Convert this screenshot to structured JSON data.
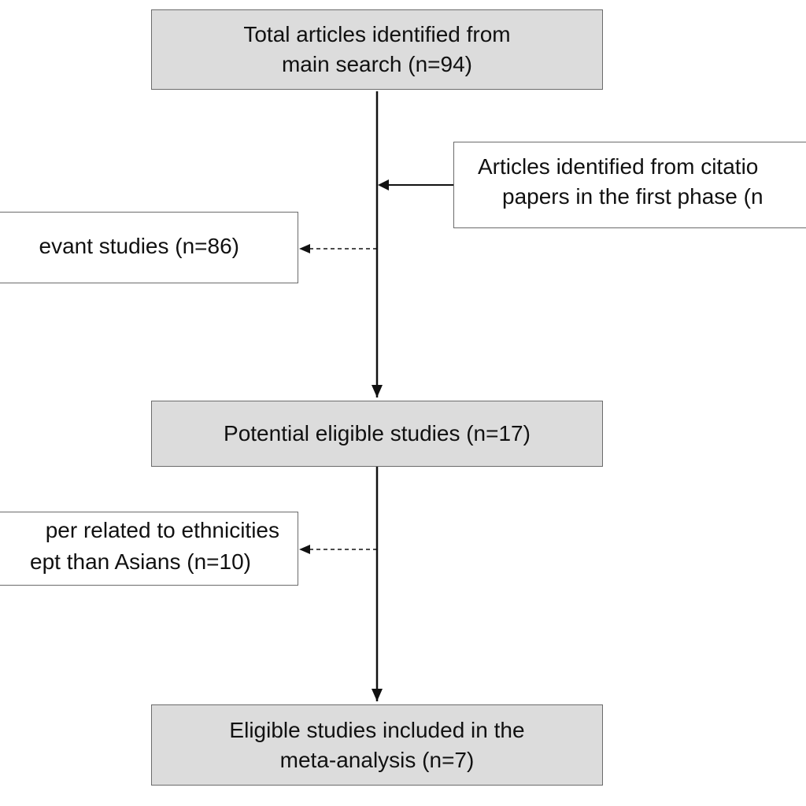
{
  "flowchart": {
    "total_articles": "Total articles identified from\nmain search (n=94)",
    "citation_line1": "Articles identified from citatio",
    "citation_line2": "papers in the first phase (n",
    "irrelevant": "evant studies (n=86)",
    "potential": "Potential eligible studies (n=17)",
    "ethnic_line1": "per related to ethnicities",
    "ethnic_line2": "ept than Asians (n=10)",
    "eligible": "Eligible studies included in the\nmeta-analysis (n=7)"
  },
  "colors": {
    "box_fill": "#dcdcdc",
    "border": "#6b6b6b",
    "arrow": "#111111"
  }
}
